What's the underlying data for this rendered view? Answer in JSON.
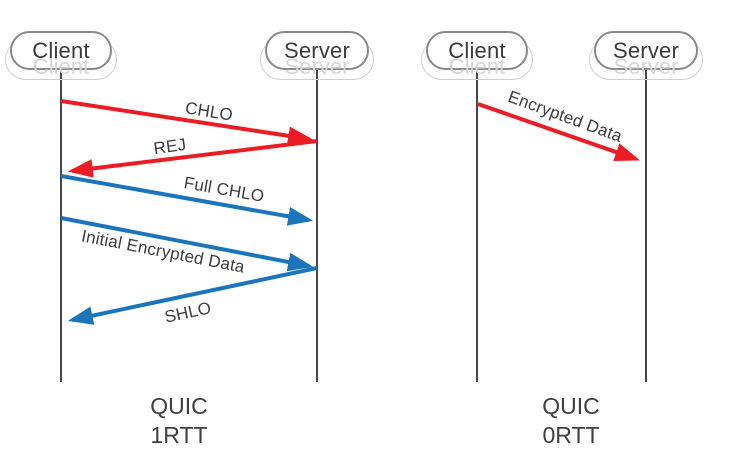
{
  "title": "QUIC handshake sequence diagrams",
  "colors": {
    "red": "#ed1c24",
    "blue": "#1b75bc",
    "lifeline": "#474747",
    "text": "#3d3d3d",
    "ghost": "#d6d6d6"
  },
  "diagrams": [
    {
      "name": "QUIC 1RTT",
      "actors": {
        "client": "Client",
        "server": "Server"
      },
      "messages": [
        {
          "label": "CHLO",
          "from": "Client",
          "to": "Server",
          "color": "red"
        },
        {
          "label": "REJ",
          "from": "Server",
          "to": "Client",
          "color": "red"
        },
        {
          "label": "Full CHLO",
          "from": "Client",
          "to": "Server",
          "color": "blue"
        },
        {
          "label": "Initial Encrypted Data",
          "from": "Client",
          "to": "Server",
          "color": "blue"
        },
        {
          "label": "SHLO",
          "from": "Server",
          "to": "Client",
          "color": "blue"
        }
      ],
      "caption": {
        "line1": "QUIC",
        "line2": "1RTT"
      }
    },
    {
      "name": "QUIC 0RTT",
      "actors": {
        "client": "Client",
        "server": "Server"
      },
      "messages": [
        {
          "label": "Encrypted Data",
          "from": "Client",
          "to": "Server",
          "color": "red"
        }
      ],
      "caption": {
        "line1": "QUIC",
        "line2": "0RTT"
      }
    }
  ]
}
